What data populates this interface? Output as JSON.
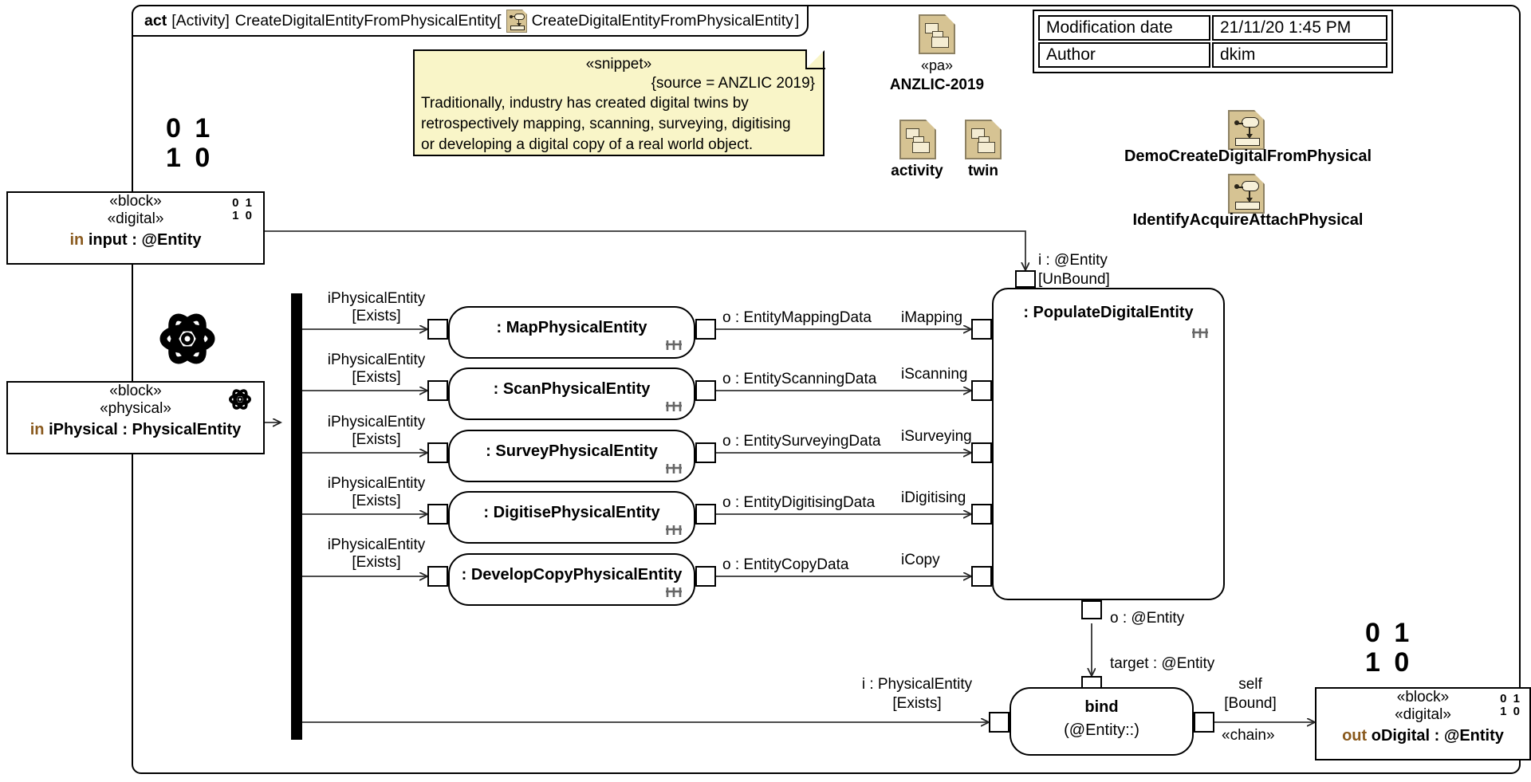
{
  "frame": {
    "keyword": "act",
    "type_label": "[Activity]",
    "name": "CreateDigitalEntityFromPhysicalEntity[",
    "diagram_icon": "activity-diagram-icon",
    "diagram_name": "CreateDigitalEntityFromPhysicalEntity",
    "close_bracket": "]"
  },
  "note": {
    "stereotype": "«snippet»",
    "source": "{source = ANZLIC 2019}",
    "line1": "Traditionally, industry has created digital twins by",
    "line2": "retrospectively mapping, scanning, surveying, digitising",
    "line3": "or developing a digital copy of a real world object.",
    "fill": "#f9f5c8"
  },
  "icons": [
    {
      "name": "anzlic-package-icon",
      "stereotype": "«pa»",
      "label": "ANZLIC-2019",
      "kind": "package"
    },
    {
      "name": "activity-package-icon",
      "stereotype": "",
      "label": "activity",
      "kind": "package"
    },
    {
      "name": "twin-package-icon",
      "stereotype": "",
      "label": "twin",
      "kind": "package"
    },
    {
      "name": "demo-create-digital-from-physical-icon",
      "stereotype": "",
      "label": "DemoCreateDigitalFromPhysical",
      "kind": "activity"
    },
    {
      "name": "identify-acquire-attach-physical-icon",
      "stereotype": "",
      "label": "IdentifyAcquireAttachPhysical",
      "kind": "activity"
    }
  ],
  "metadata": {
    "rows": [
      {
        "key": "Modification date",
        "value": "21/11/20 1:45 PM"
      },
      {
        "key": "Author",
        "value": "dkim"
      }
    ]
  },
  "binary_markers": {
    "top": "0 1",
    "bottom": "1 0"
  },
  "parameters": {
    "input": {
      "stereo1": "«block»",
      "stereo2": "«digital»",
      "direction": "in",
      "signature": "input : @Entity",
      "badge_top": "0 1",
      "badge_bottom": "1 0"
    },
    "iphysical": {
      "stereo1": "«block»",
      "stereo2": "«physical»",
      "direction": "in",
      "signature": "iPhysical : PhysicalEntity",
      "badge_icon": "atom-icon"
    },
    "odigital": {
      "stereo1": "«block»",
      "stereo2": "«digital»",
      "direction": "out",
      "signature": "oDigital : @Entity",
      "badge_top": "0 1",
      "badge_bottom": "1 0",
      "marker_top": "0 1",
      "marker_bottom": "1 0"
    }
  },
  "actions": [
    {
      "name": ": MapPhysicalEntity",
      "in_pin_label_l1": "iPhysicalEntity",
      "in_pin_label_l2": "[Exists]",
      "out_pin_label": "o : EntityMappingData",
      "target_pin_label": "iMapping"
    },
    {
      "name": ": ScanPhysicalEntity",
      "in_pin_label_l1": "iPhysicalEntity",
      "in_pin_label_l2": "[Exists]",
      "out_pin_label": "o : EntityScanningData",
      "target_pin_label": "iScanning"
    },
    {
      "name": ": SurveyPhysicalEntity",
      "in_pin_label_l1": "iPhysicalEntity",
      "in_pin_label_l2": "[Exists]",
      "out_pin_label": "o : EntitySurveyingData",
      "target_pin_label": "iSurveying"
    },
    {
      "name": ": DigitisePhysicalEntity",
      "in_pin_label_l1": "iPhysicalEntity",
      "in_pin_label_l2": "[Exists]",
      "out_pin_label": "o : EntityDigitisingData",
      "target_pin_label": "iDigitising"
    },
    {
      "name": ": DevelopCopyPhysicalEntity",
      "in_pin_label_l1": "iPhysicalEntity",
      "in_pin_label_l2": "[Exists]",
      "out_pin_label": "o : EntityCopyData",
      "target_pin_label": "iCopy"
    }
  ],
  "populate": {
    "name": ": PopulateDigitalEntity",
    "top_pin_l1": "i : @Entity",
    "top_pin_l2": "[UnBound]",
    "bottom_pin_label": "o : @Entity"
  },
  "bind": {
    "name": "bind",
    "subtitle": "(@Entity::)",
    "in_pin_l1": "i : PhysicalEntity",
    "in_pin_l2": "[Exists]",
    "top_pin_label": "target : @Entity",
    "out_pin_l1": "self",
    "out_pin_l2": "[Bound]",
    "out_edge_stereo": "«chain»"
  },
  "colors": {
    "note_fill": "#f9f5c8",
    "icon_fill": "#d6c393",
    "icon_stroke": "#8d8163",
    "direction_text": "#8a5a1e",
    "line": "#000000"
  }
}
